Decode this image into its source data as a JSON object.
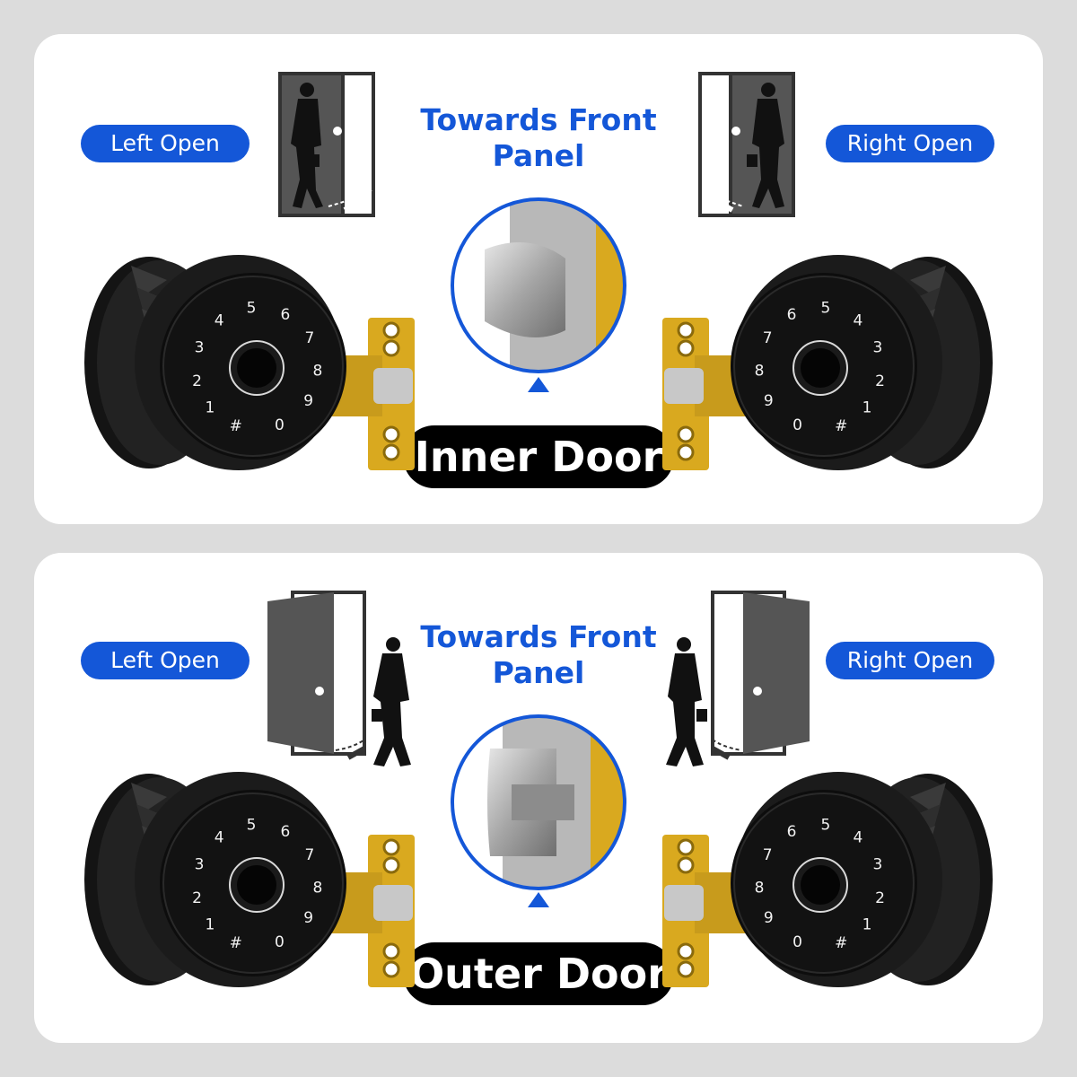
{
  "panels": {
    "inner": {
      "heading": "Towards Front Panel",
      "left_label": "Left Open",
      "right_label": "Right Open",
      "door_label": "Inner Door"
    },
    "outer": {
      "heading": "Towards Front Panel",
      "left_label": "Left Open",
      "right_label": "Right Open",
      "door_label": "Outer Door"
    }
  },
  "keypad": {
    "digits": [
      "1",
      "2",
      "3",
      "4",
      "5",
      "6",
      "7",
      "8",
      "9",
      "0",
      "#"
    ]
  },
  "colors": {
    "accent_blue": "#1457d8",
    "background": "#dcdcdc",
    "panel": "#ffffff",
    "label_black": "#000000",
    "brass": "#d9a91f"
  },
  "icons": [
    "person-silhouette-icon",
    "door-icon",
    "up-arrow-icon",
    "fingerprint-sensor-icon"
  ]
}
